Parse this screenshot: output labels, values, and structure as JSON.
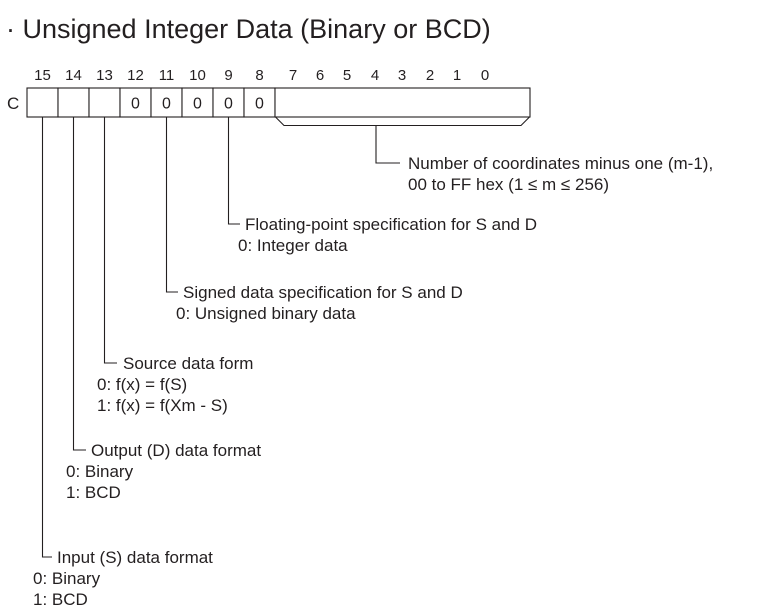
{
  "title": "· Unsigned Integer Data (Binary or BCD)",
  "register": {
    "label": "C",
    "bit_numbers": [
      "15",
      "14",
      "13",
      "12",
      "11",
      "10",
      "9",
      "8",
      "7",
      "6",
      "5",
      "4",
      "3",
      "2",
      "1",
      "0"
    ],
    "cells": [
      "",
      "",
      "",
      "0",
      "0",
      "0",
      "0",
      "0"
    ]
  },
  "fields": {
    "coordinates": {
      "heading": "Number of coordinates minus one (m-1),",
      "options": [
        "00 to FF hex (1 ≤ m ≤ 256)"
      ]
    },
    "floating_point": {
      "heading": "Floating-point specification for S and D",
      "options": [
        "0: Integer data"
      ]
    },
    "signed_data": {
      "heading": "Signed data specification for S and D",
      "options": [
        "0: Unsigned binary data"
      ]
    },
    "source_form": {
      "heading": "Source data form",
      "options": [
        "0: f(x) = f(S)",
        "1: f(x) = f(Xm - S)"
      ]
    },
    "output_format": {
      "heading": "Output (D) data format",
      "options": [
        "0: Binary",
        "1: BCD"
      ]
    },
    "input_format": {
      "heading": "Input (S) data format",
      "options": [
        "0: Binary",
        "1: BCD"
      ]
    }
  },
  "colors": {
    "ink": "#231f20",
    "background": "#ffffff"
  }
}
